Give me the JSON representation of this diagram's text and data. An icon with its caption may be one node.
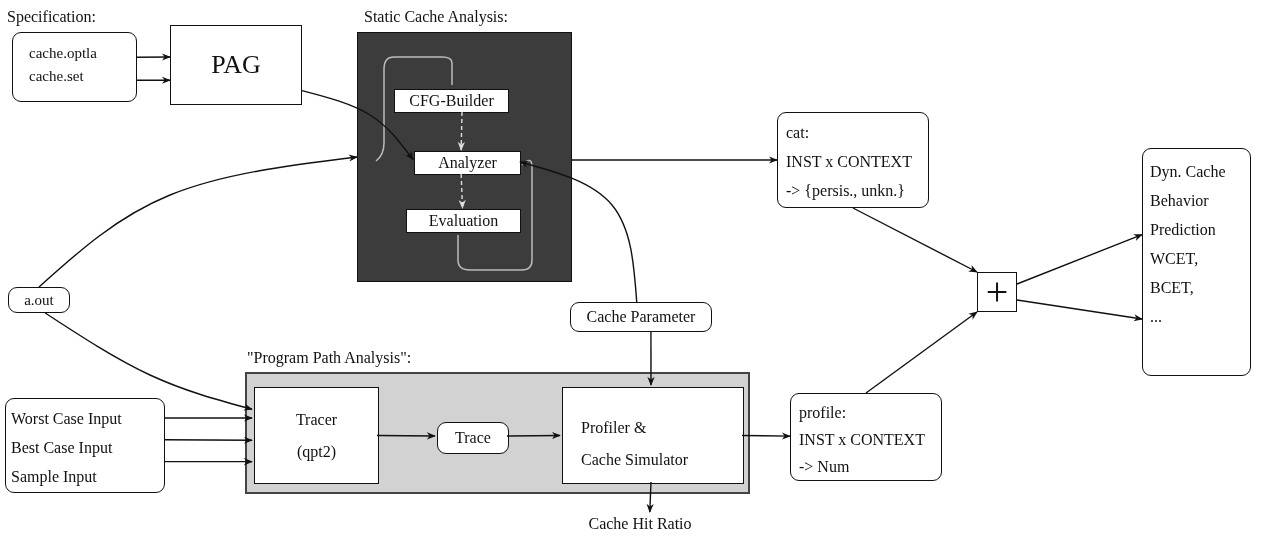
{
  "diagram": {
    "nodes": [
      {
        "text": [
          "Specification:",
          "cache.optla",
          "cache.set"
        ]
      },
      {
        "text": [
          "PAG"
        ]
      },
      {
        "text": [
          "Static Cache Analysis:"
        ]
      },
      {
        "text": [
          "CFG-Builder"
        ],
        "in": 2
      },
      {
        "text": [
          "Analyzer"
        ],
        "in": 2
      },
      {
        "text": [
          "Evaluation"
        ],
        "in": 2
      },
      {
        "text": [
          "cat:",
          "INST x CONTEXT",
          "-> {persis., unkn.}"
        ]
      },
      {
        "text": [
          "a.out"
        ]
      },
      {
        "text": [
          "Cache Parameter"
        ]
      },
      {
        "text": [
          "\"Program Path Analysis\":"
        ]
      },
      {
        "text": [
          "Tracer",
          "(qpt2)"
        ],
        "in": 9
      },
      {
        "text": [
          "Trace"
        ],
        "in": 9
      },
      {
        "text": [
          "Profiler &",
          "Cache Simulator"
        ],
        "in": 9
      },
      {
        "text": [
          "Worst Case Input",
          "Best Case Input",
          "Sample Input"
        ]
      },
      {
        "text": [
          "profile:",
          "INST x CONTEXT",
          "-> Num"
        ]
      },
      {
        "text": [
          "+"
        ]
      },
      {
        "text": [
          "Dyn. Cache Behavior Prediction",
          "WCET,",
          "BCET,",
          "..."
        ]
      },
      {
        "text": [
          "Cache Hit Ratio"
        ]
      }
    ],
    "edges": [
      {
        "from": 0,
        "to": 1,
        "arrow": "to"
      },
      {
        "from": 0,
        "to": 1,
        "arrow": "to"
      },
      {
        "from": 1,
        "to": 4,
        "arrow": "to"
      },
      {
        "from": 7,
        "to": 2,
        "arrow": "to"
      },
      {
        "from": 7,
        "to": 10,
        "arrow": "to"
      },
      {
        "from": 13,
        "to": 10,
        "arrow": "to"
      },
      {
        "from": 13,
        "to": 10,
        "arrow": "to"
      },
      {
        "from": 13,
        "to": 10,
        "arrow": "to"
      },
      {
        "from": 10,
        "to": 11,
        "arrow": "to"
      },
      {
        "from": 11,
        "to": 12,
        "arrow": "to"
      },
      {
        "from": 8,
        "to": 4,
        "arrow": "to"
      },
      {
        "from": 8,
        "to": 12,
        "arrow": "to"
      },
      {
        "from": 3,
        "to": 4,
        "arrow": "to",
        "style": "dashed",
        "color": "#dddddd"
      },
      {
        "from": 4,
        "to": 5,
        "arrow": "to",
        "style": "dashed",
        "color": "#dddddd"
      },
      {
        "from": 2,
        "to": 6,
        "arrow": "to"
      },
      {
        "from": 12,
        "to": 14,
        "arrow": "to"
      },
      {
        "from": 6,
        "to": 15,
        "arrow": "to"
      },
      {
        "from": 14,
        "to": 15,
        "arrow": "to"
      },
      {
        "from": 15,
        "to": 16,
        "arrow": "to"
      },
      {
        "from": 15,
        "to": 16,
        "arrow": "to"
      },
      {
        "from": 12,
        "to": 17,
        "arrow": "to"
      }
    ]
  }
}
